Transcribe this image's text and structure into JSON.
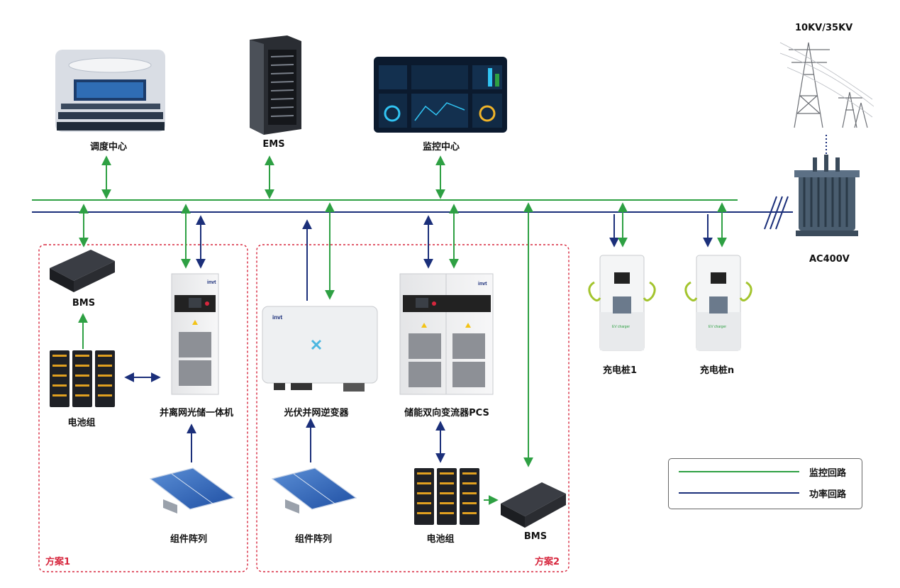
{
  "colors": {
    "monitor": "#2ea043",
    "power": "#1b2f7a",
    "scheme_border": "#d7263d"
  },
  "nodes": {
    "dispatch_center": "调度中心",
    "ems": "EMS",
    "monitor_center": "监控中心",
    "bms_left": "BMS",
    "battery_left": "电池组",
    "hybrid_unit": "并离网光储一体机",
    "pv_array_left": "组件阵列",
    "pv_inverter": "光伏并网逆变器",
    "pv_array_mid": "组件阵列",
    "pcs": "储能双向变流器PCS",
    "battery_right": "电池组",
    "bms_right": "BMS",
    "charger_1": "充电桩1",
    "charger_n": "充电桩n",
    "grid_voltage": "10KV/35KV",
    "transformer_voltage": "AC400V"
  },
  "schemes": {
    "scheme_1": "方案1",
    "scheme_2": "方案2"
  },
  "legend": {
    "monitor_loop": "监控回路",
    "power_loop": "功率回路"
  },
  "device_marks": {
    "brand": "invt",
    "ev_charger": "EV charger"
  }
}
